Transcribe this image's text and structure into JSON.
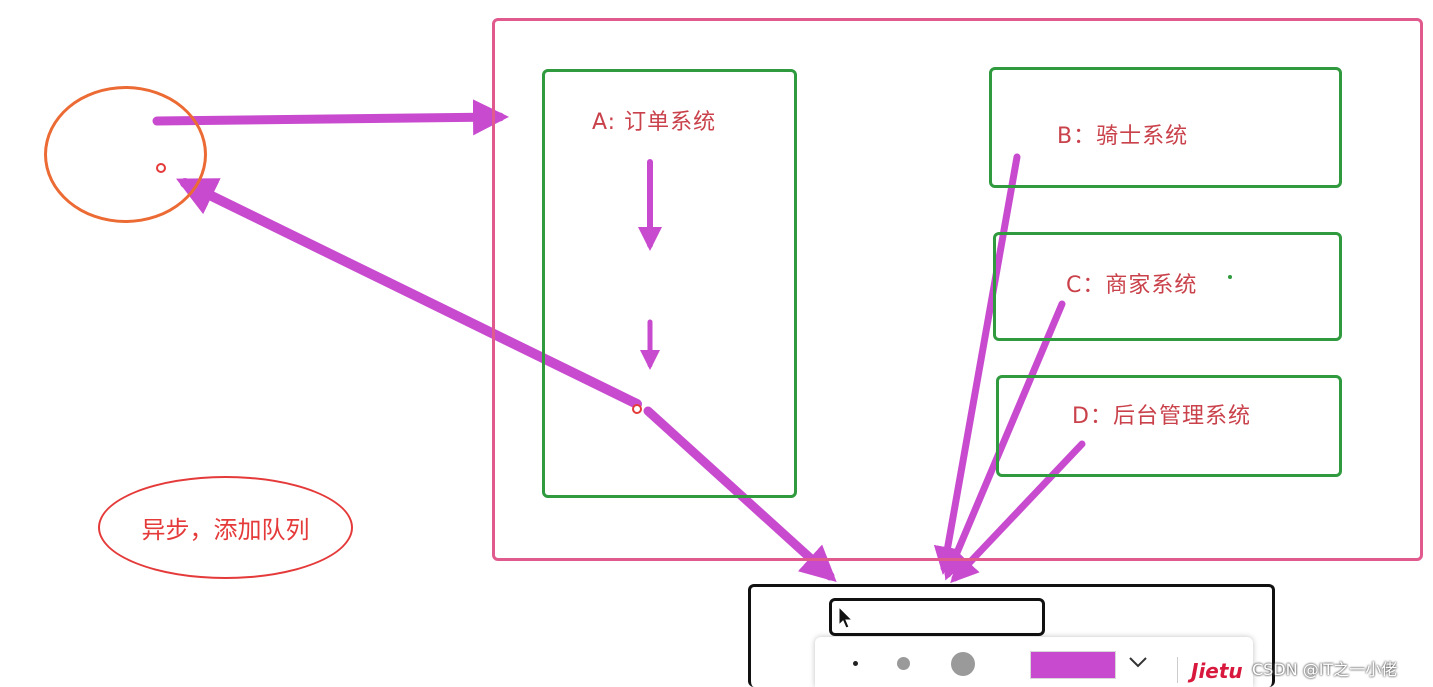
{
  "boxes": {
    "a": "A: 订单系统",
    "b": "B：骑士系统",
    "c": "C：商家系统",
    "d": "D：后台管理系统"
  },
  "async_label": "异步，添加队列",
  "toolbar": {
    "brand": "Jietu",
    "color_swatch": "#c84bcf"
  },
  "watermark": "CSDN @IT之一小佬",
  "colors": {
    "arrow": "#c84bcf",
    "frame": "#e05a8e",
    "box_border": "#2f9a3e",
    "label_text": "#c9414a",
    "orange_ring": "#ec6a33",
    "red_ring": "#e53a3a"
  }
}
